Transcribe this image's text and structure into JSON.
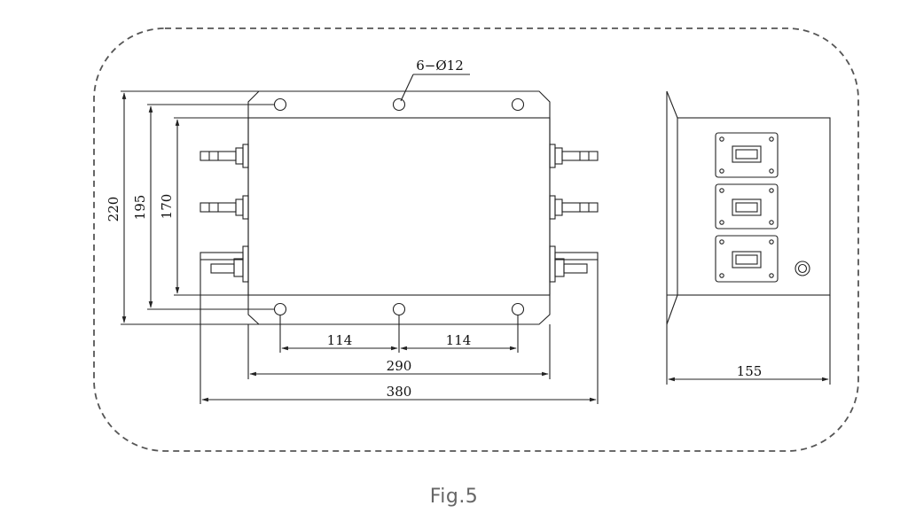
{
  "figure": {
    "caption": "Fig.5",
    "hole_callout": "6−Ø12",
    "front_view": {
      "overall_height": "220",
      "outer_hole_spacing": "195",
      "inner_height": "170",
      "hole_pitch_left": "114",
      "hole_pitch_right": "114",
      "body_width": "290",
      "overall_width": "380"
    },
    "side_view": {
      "depth": "155"
    }
  },
  "colors": {
    "line": "#222222",
    "dashed_border": "#555555",
    "caption": "#666666"
  }
}
